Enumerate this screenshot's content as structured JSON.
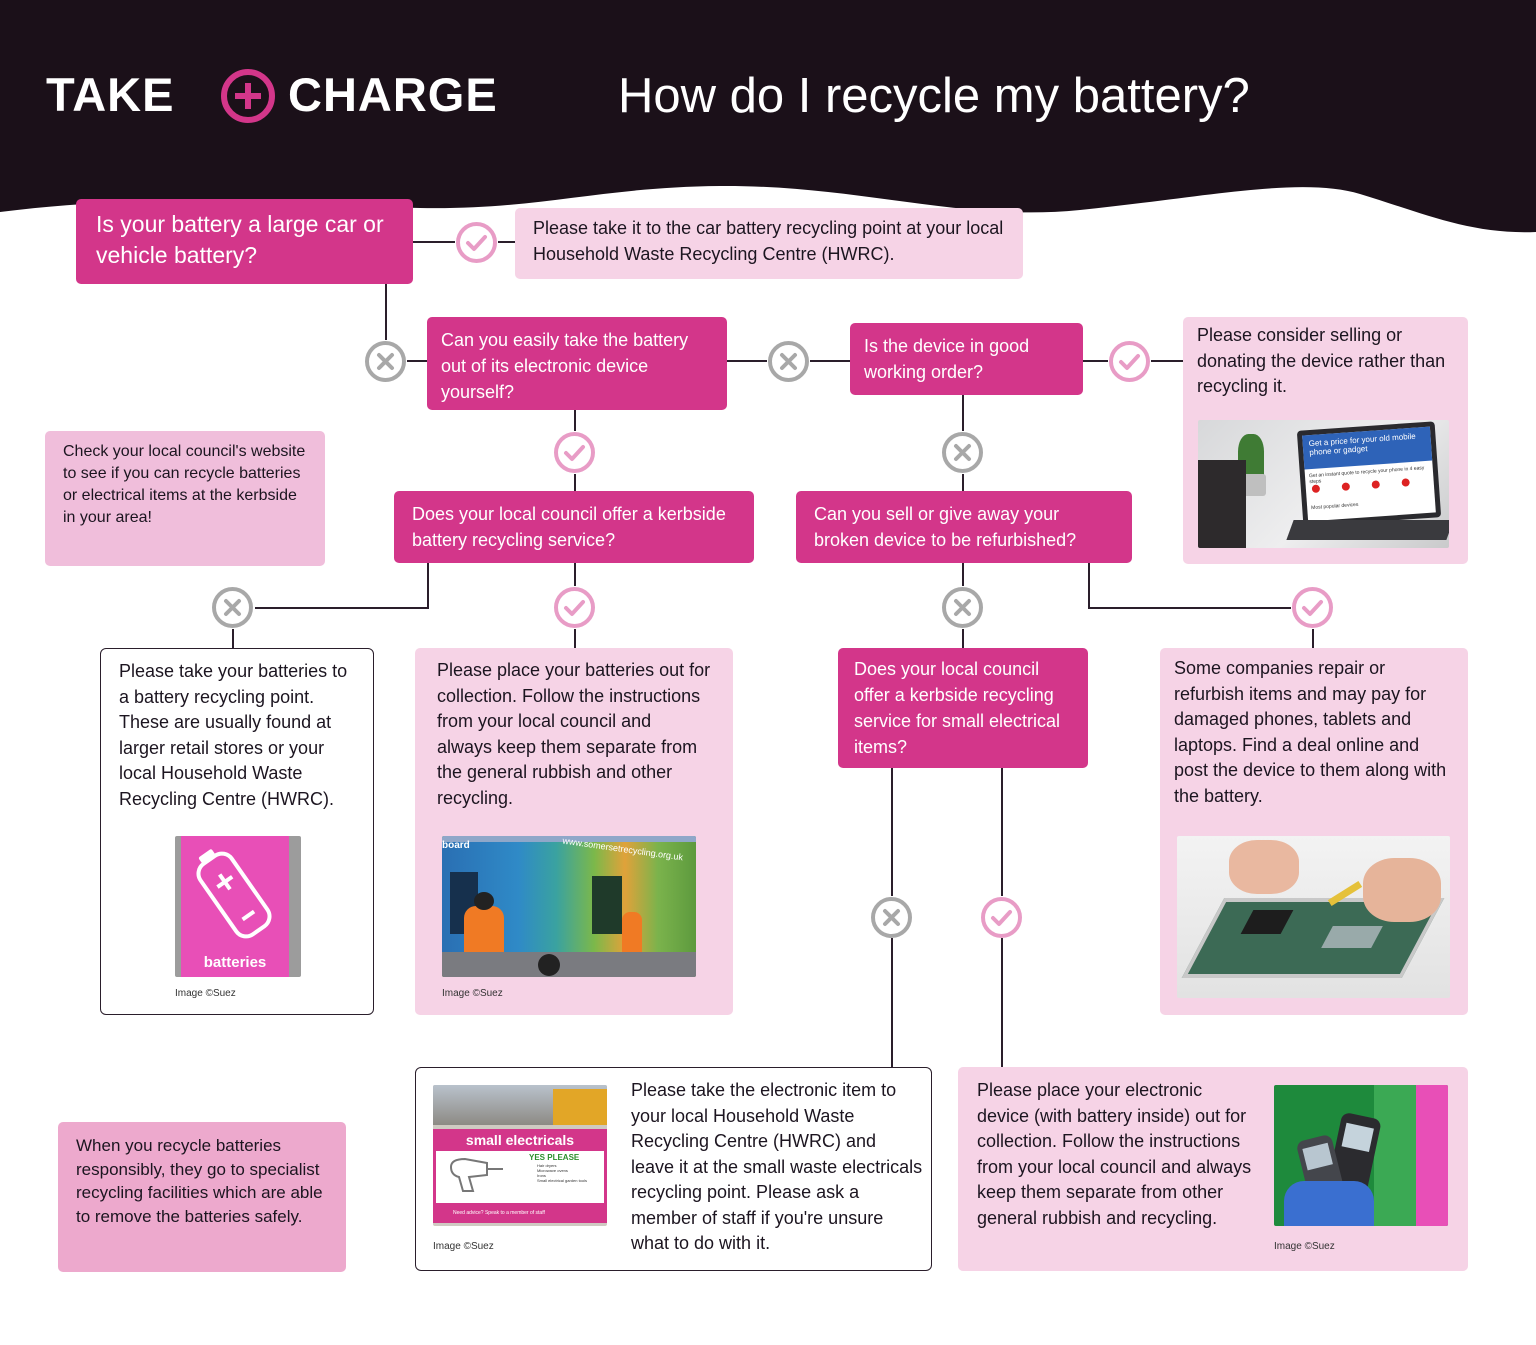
{
  "header": {
    "brand_left": "TAKE",
    "brand_right": "CHARGE",
    "title": "How do I recycle my battery?"
  },
  "colors": {
    "dark": "#1b1019",
    "magenta": "#d3368a",
    "pink_light": "#f6d3e6",
    "pink_mid": "#eda9cd",
    "yes_icon": "#e89cc6",
    "no_icon": "#a8a8a8"
  },
  "icons": {
    "yes": "check-circle-icon",
    "no": "cross-circle-icon",
    "brand": "plus-circle-icon"
  },
  "q1": {
    "text": "Is your battery a large car or vehicle battery?"
  },
  "a1": {
    "text": "Please take it to the car battery recycling point at your local Household Waste Recycling Centre (HWRC)."
  },
  "q2": {
    "text": "Can you easily take the battery out of its electronic device yourself?"
  },
  "q3": {
    "text": "Is the device in good working order?"
  },
  "a3": {
    "text": "Please consider selling or donating the device rather than recycling it."
  },
  "laptop_screen": {
    "heading": "Get a price for your old mobile phone or gadget",
    "step_text": "Get an instant quote to recycle your phone in 4 easy steps",
    "footer": "Most popular devices"
  },
  "info1": {
    "text": "Check your local council's website to see if you can recycle batteries or electrical items at the kerbside in your area!"
  },
  "q4": {
    "text": "Does your local council offer a kerbside battery recycling service?"
  },
  "q5": {
    "text": "Can you sell or give away your broken device to be refurbished?"
  },
  "a4": {
    "text": "Please take your batteries to a battery recycling point. These are usually found at larger retail stores or your local Household Waste Recycling Centre (HWRC).",
    "sign_label": "batteries",
    "credit": "Image ©Suez"
  },
  "a5": {
    "text": "Please place your batteries out for collection. Follow the instructions from your local council and always keep them separate from the general rubbish and other recycling.",
    "truck_text": "www.somersetrecycling.org.uk",
    "truck_label": "board",
    "credit": "Image ©Suez"
  },
  "q6": {
    "text": "Does your local council offer a kerbside recycling service for small electrical items?"
  },
  "a6": {
    "text": "Some companies repair or refurbish items and may pay for damaged phones, tablets and laptops. Find a deal online and post the device to them along with the battery."
  },
  "a7": {
    "text": "Please take the electronic item to your local Household Waste Recycling Centre (HWRC) and leave it at the small waste electricals recycling point. Please ask a member of staff if you're unsure what to do with it.",
    "sign_title": "small electricals",
    "sign_sub": "YES PLEASE",
    "sign_items": [
      "Hair dryers",
      "Microwave ovens",
      "Irons",
      "Small electrical garden tools"
    ],
    "sign_footer": "Need advice? Speak to a member of staff",
    "credit": "Image ©Suez"
  },
  "a8": {
    "text": "Please place your electronic device (with battery inside) out for collection. Follow the instructions from your local council and always keep them separate from other general rubbish and recycling.",
    "credit": "Image ©Suez"
  },
  "info2": {
    "text": "When you recycle batteries responsibly, they go to specialist recycling facilities which are able to remove the batteries safely."
  }
}
